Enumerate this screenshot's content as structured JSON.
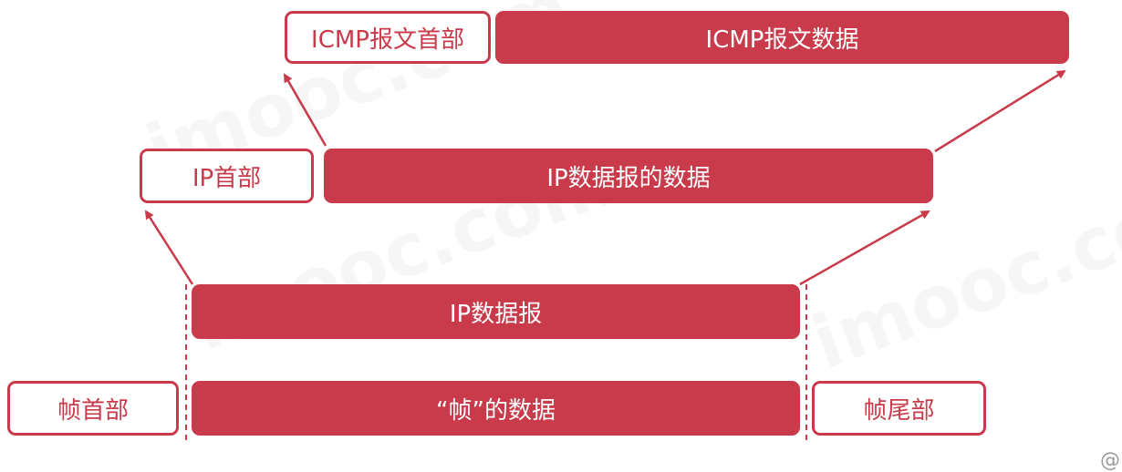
{
  "watermark": {
    "text": "imooc.com"
  },
  "layers": {
    "icmp": {
      "header": "ICMP报文首部",
      "data": "ICMP报文数据"
    },
    "ip": {
      "header": "IP首部",
      "data": "IP数据报的数据"
    },
    "ip_datagram": {
      "label": "IP数据报"
    },
    "frame": {
      "header": "帧首部",
      "data": "“帧”的数据",
      "trailer": "帧尾部"
    }
  },
  "corner_mark": "@",
  "colors": {
    "accent": "#c93a4a",
    "line": "#c93a4a"
  }
}
